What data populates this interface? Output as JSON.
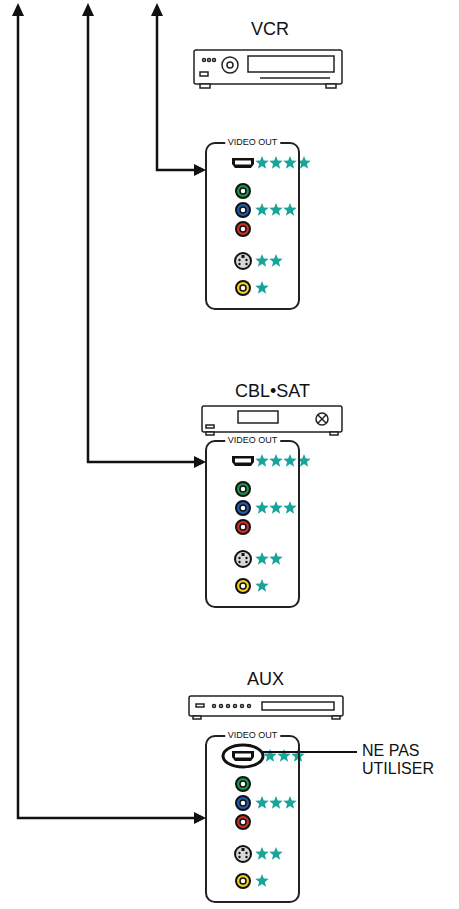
{
  "diagram": {
    "nodes": [
      {
        "text": [
          "VIDEO OUT"
        ]
      },
      {
        "text": [
          "VIDEO OUT"
        ]
      },
      {
        "text": [
          "VIDEO OUT"
        ]
      }
    ],
    "labels": [
      "VCR",
      "CBL•SAT",
      "AUX",
      "NE PAS UTILISER"
    ]
  }
}
